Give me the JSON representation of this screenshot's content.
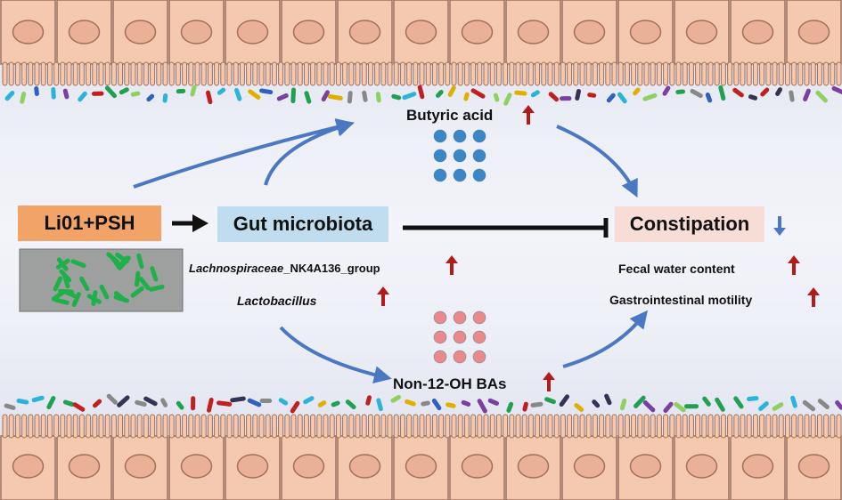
{
  "nodes": {
    "treatment": "Li01+PSH",
    "gut": "Gut microbiota",
    "constipation": "Constipation",
    "butyric": "Butyric acid",
    "bas": "Non-12-OH BAs",
    "lachno": "Lachnospiraceae",
    "lachno_suffix": "_NK4A136_group",
    "lacto": "Lactobacillus",
    "fecal": "Fecal water content",
    "motility": "Gastrointestinal motility"
  },
  "colors": {
    "treatment_box": "#f2a468",
    "gut_box": "#bfddef",
    "constipation_box": "#f8ddd6",
    "flow_arrow": "#4a78c2",
    "up_arrow": "#b31b1b",
    "down_arrow": "#4a78c2",
    "cell_fill": "#f5c8b0",
    "cell_stroke": "#a0705a",
    "butyrate_dot": "#3b86c6",
    "ba_dot": "#e88a8a"
  },
  "icons": [
    "up-arrow-icon",
    "down-arrow-icon",
    "inhibition-bar-icon",
    "bacteria-micrograph-icon"
  ]
}
